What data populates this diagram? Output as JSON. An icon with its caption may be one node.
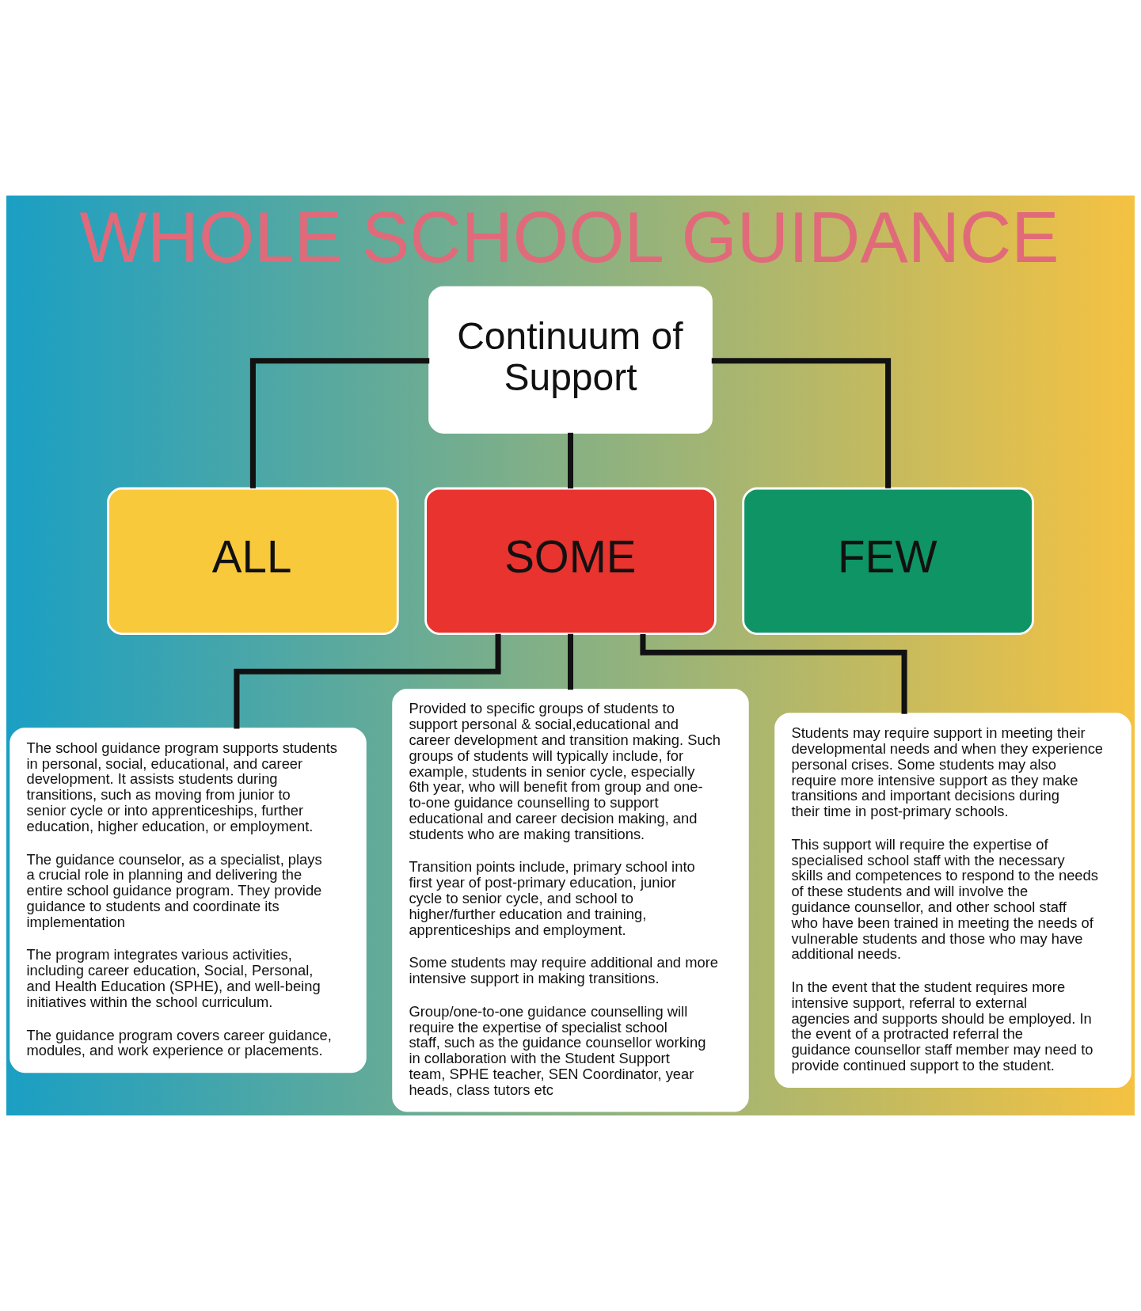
{
  "diagram": {
    "title": "WHOLE SCHOOL GUIDANCE",
    "nodes": [
      {
        "text": [
          "Continuum of Support"
        ]
      },
      {
        "text": [
          "ALL"
        ]
      },
      {
        "text": [
          "SOME"
        ]
      },
      {
        "text": [
          "FEW"
        ]
      },
      {
        "text": [
          "The school guidance program supports students in personal, social, educational, and career development. It assists students during transitions, such as moving from junior to senior cycle or into apprenticeships, further education, higher education, or employment.",
          "The guidance counselor, as a specialist, plays a crucial role in planning and delivering the entire school guidance program. They provide guidance to students and coordinate its implementation",
          "The program integrates various activities, including career education, Social, Personal, and Health Education (SPHE), and well-being initiatives within the school curriculum.",
          "The guidance program covers career guidance, modules, and work experience or placements."
        ]
      },
      {
        "text": [
          "Provided to specific groups of students to support personal & social,educational and career development and transition making. Such groups of students will typically include, for example, students in senior cycle, especially 6th year, who will benefit from group and one-to-one guidance counselling to support educational and career decision making, and students who are making transitions.",
          "Transition points include, primary school into first year of post-primary education, junior cycle to senior cycle, and school to higher/further education and training, apprenticeships and employment.",
          "Some students may require additional and more intensive support in making transitions.",
          "Group/one-to-one guidance counselling will require the expertise of specialist school staff, such as the guidance counsellor working in collaboration with the Student Support team, SPHE teacher, SEN Coordinator, year heads, class tutors etc"
        ]
      },
      {
        "text": [
          "Students may require support in meeting their developmental needs and when they experience personal crises. Some students may also require more intensive support as they make transitions and important decisions during their time in post-primary schools.",
          "This support will require the expertise of specialised school staff with the necessary skills and competences to respond to the needs of these students and will involve the guidance counsellor, and other school staff who have been trained in meeting the needs of vulnerable students and those who may have additional needs.",
          "In the event that the student requires more intensive support, referral to external agencies and supports should be employed. In the event of a protracted referral the guidance counsellor staff member may need to provide continued support to the student."
        ]
      }
    ],
    "edges": [
      {
        "from": 0,
        "to": 1,
        "arrow": "none"
      },
      {
        "from": 0,
        "to": 2,
        "arrow": "none"
      },
      {
        "from": 0,
        "to": 3,
        "arrow": "none"
      },
      {
        "from": 2,
        "to": 4,
        "arrow": "none"
      },
      {
        "from": 2,
        "to": 5,
        "arrow": "none"
      },
      {
        "from": 2,
        "to": 6,
        "arrow": "none"
      }
    ]
  }
}
